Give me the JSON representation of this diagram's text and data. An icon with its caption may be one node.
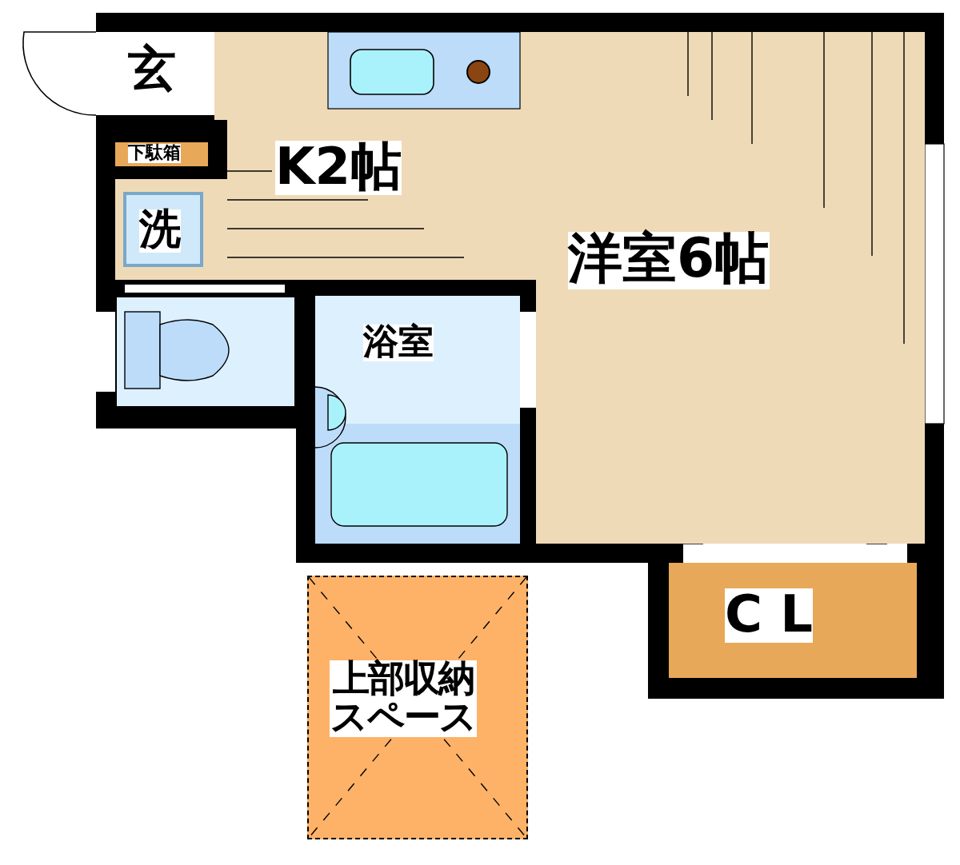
{
  "diagram": {
    "nodes": [
      {
        "text": [
          "玄"
        ]
      },
      {
        "text": [
          "下駄箱"
        ]
      },
      {
        "text": [
          "K2帖"
        ]
      },
      {
        "text": [
          "洗"
        ]
      },
      {
        "text": [
          "洋室6帖"
        ]
      },
      {
        "text": [],
        "shape": "box"
      },
      {
        "text": [
          "浴室"
        ]
      },
      {
        "text": [
          "C L"
        ]
      },
      {
        "text": [
          "上部収納スペース"
        ]
      }
    ],
    "edges": []
  }
}
